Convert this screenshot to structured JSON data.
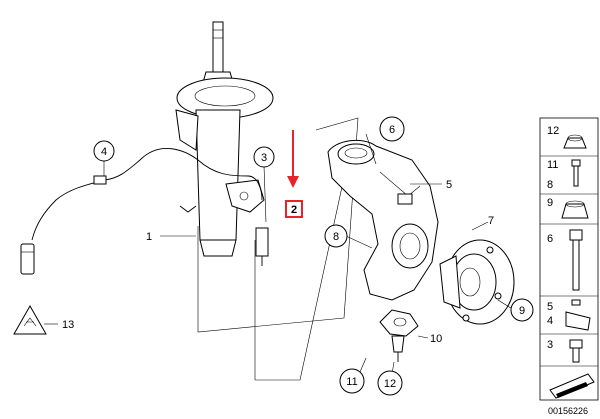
{
  "callouts": {
    "c1": "1",
    "c2": "2",
    "c3": "3",
    "c4": "4",
    "c5": "5",
    "c6": "6",
    "c7": "7",
    "c8": "8",
    "c9": "9",
    "c10": "10",
    "c11": "11",
    "c12": "12",
    "c13": "13"
  },
  "side_panel": {
    "items": [
      "12",
      "11",
      "8",
      "9",
      "6",
      "5",
      "4",
      "3"
    ]
  },
  "image_number": "00156226",
  "colors": {
    "highlight": "#e8232a",
    "line": "#000000"
  }
}
